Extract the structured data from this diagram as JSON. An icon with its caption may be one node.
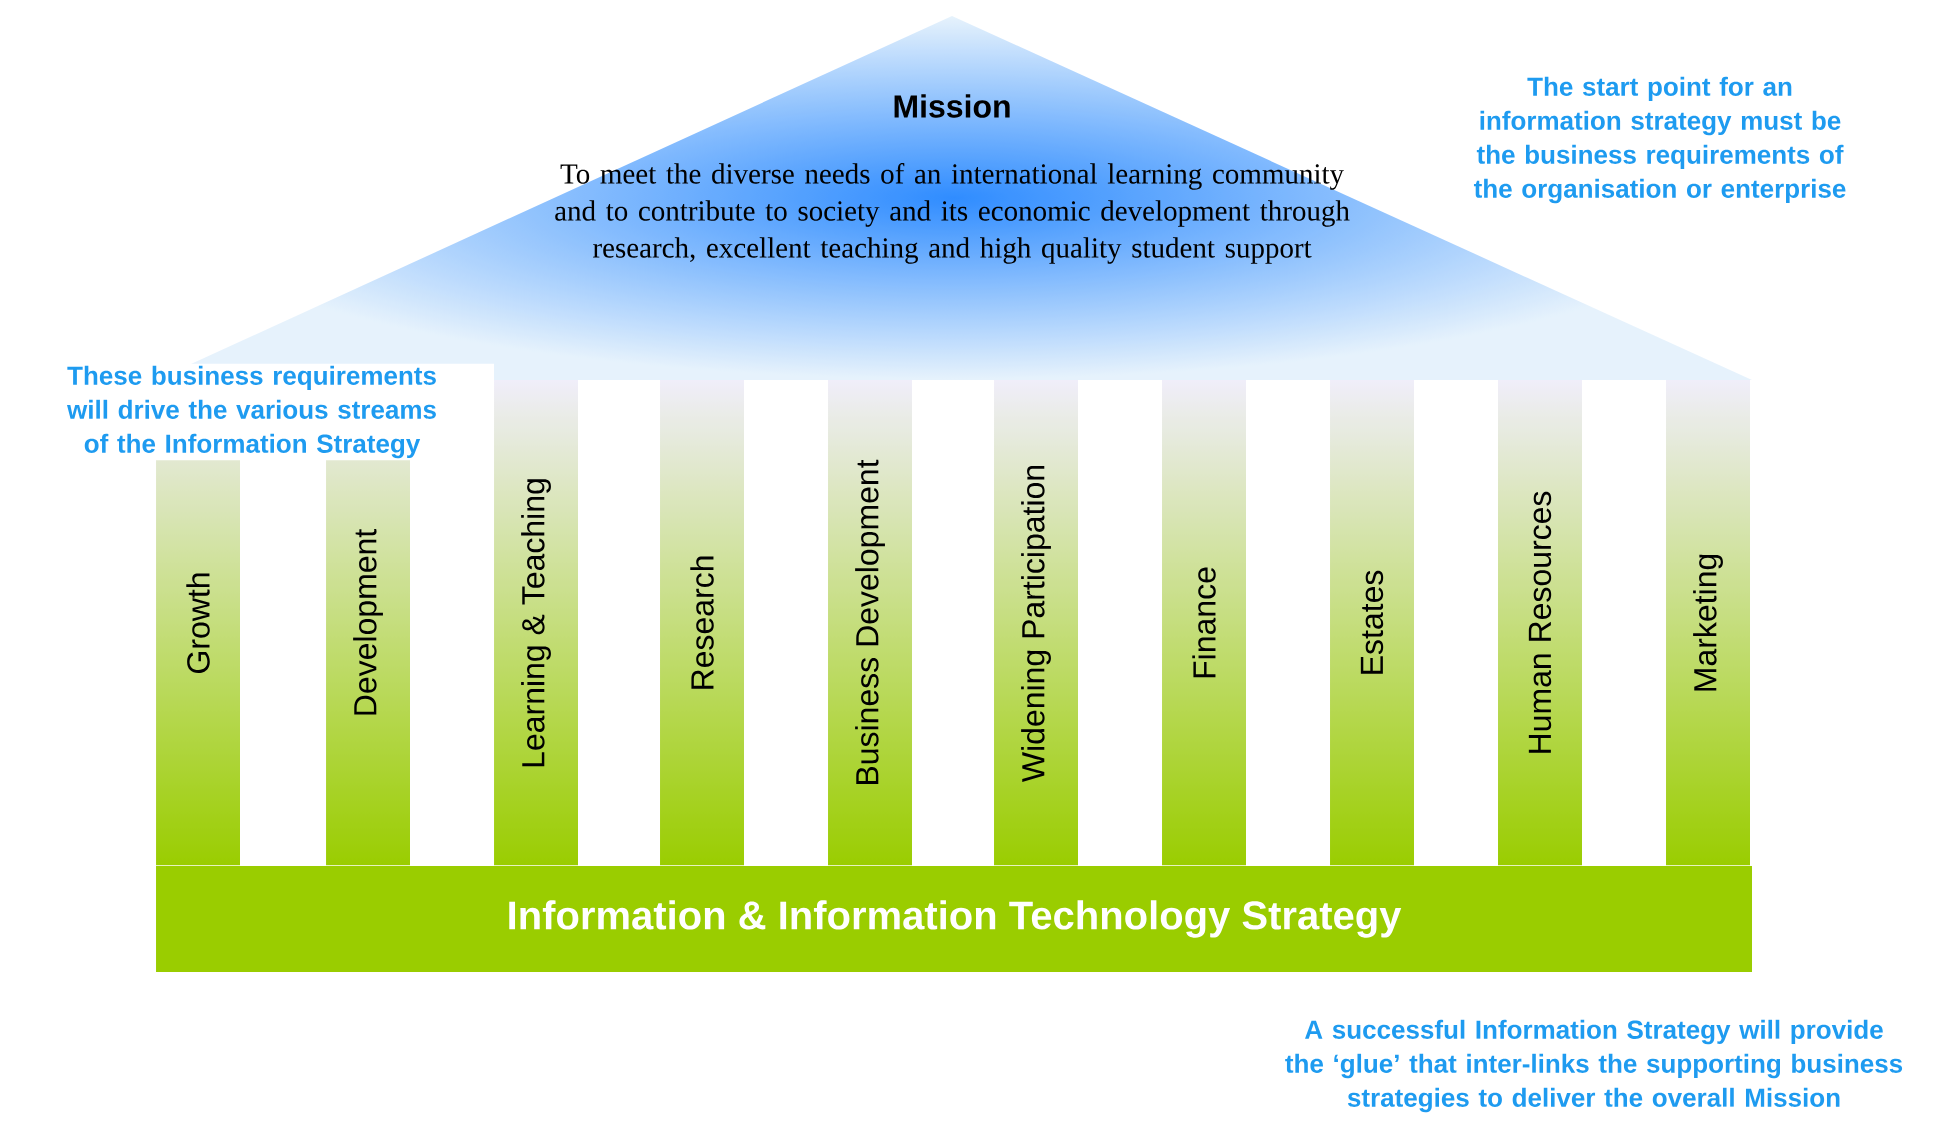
{
  "diagram": {
    "nodes": [
      {
        "text": [
          "Mission",
          "To meet the diverse needs of an international learning community and to contribute to society and its economic development through research, excellent teaching and high quality student support"
        ]
      },
      {
        "text": [
          "Growth"
        ]
      },
      {
        "text": [
          "Development"
        ]
      },
      {
        "text": [
          "Learning & Teaching"
        ]
      },
      {
        "text": [
          "Research"
        ]
      },
      {
        "text": [
          "Business Development"
        ]
      },
      {
        "text": [
          "Widening Participation"
        ]
      },
      {
        "text": [
          "Finance"
        ]
      },
      {
        "text": [
          "Estates"
        ]
      },
      {
        "text": [
          "Human Resources"
        ]
      },
      {
        "text": [
          "Marketing"
        ]
      },
      {
        "text": [
          "Information & Information Technology Strategy"
        ]
      }
    ],
    "labels": [
      "The start point for an information strategy must be the business requirements of the organisation or enterprise",
      "These business requirements will drive the various streams of the Information Strategy",
      "A successful Information Strategy will provide the ‘glue’ that inter-links the supporting business strategies to deliver the overall Mission"
    ]
  }
}
